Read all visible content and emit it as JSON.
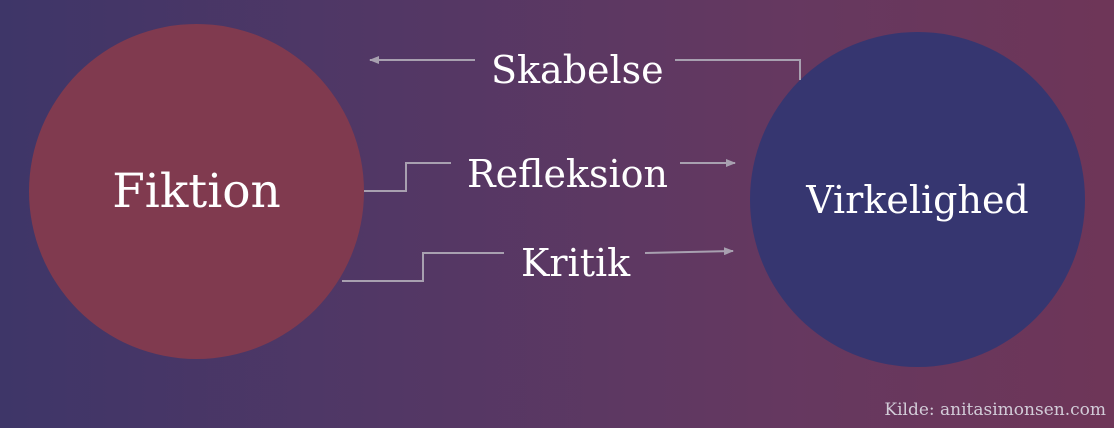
{
  "nodes": {
    "fiction": "Fiktion",
    "reality": "Virkelighed"
  },
  "relations": {
    "creation": "Skabelse",
    "reflection": "Refleksion",
    "critique": "Kritik"
  },
  "source": "Kilde: anitasimonsen.com",
  "colors": {
    "fiction_circle": "#803a4f",
    "reality_circle": "#363670",
    "connector": "#a8a0b0",
    "text": "#ffffff"
  }
}
